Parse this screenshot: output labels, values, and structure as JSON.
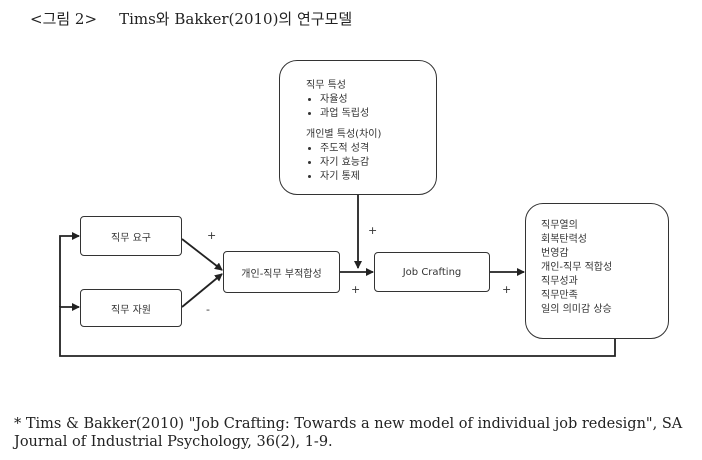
{
  "caption": {
    "label": "<그림 2>",
    "title": "Tims와 Bakker(2010)의 연구모델"
  },
  "boxes": {
    "job_demands": "직무 요구",
    "job_resources": "직무 자원",
    "person_job_fit": "개인-직무 부적합성",
    "job_crafting": "Job Crafting",
    "moderators": {
      "job_heading": "직무 특성",
      "job_items": [
        "자율성",
        "과업 독립성"
      ],
      "indiv_heading": "개인별 특성(차이)",
      "indiv_items": [
        "주도적 성격",
        "자기 효능감",
        "자기 통제"
      ]
    },
    "outcomes": [
      "직무열의",
      "회복탄력성",
      "번영감",
      "개인-직무 적합성",
      "직무성과",
      "직무만족",
      "일의 의미감 상승"
    ]
  },
  "signs": {
    "demands_to_fit": "+",
    "resources_to_fit": "-",
    "moderator": "+",
    "fit_to_crafting": "+",
    "crafting_to_outcomes": "+"
  },
  "footnote": "* Tims & Bakker(2010) \"Job Crafting: Towards a new model of individual job redesign\", SA Journal of Industrial Psychology, 36(2), 1-9."
}
